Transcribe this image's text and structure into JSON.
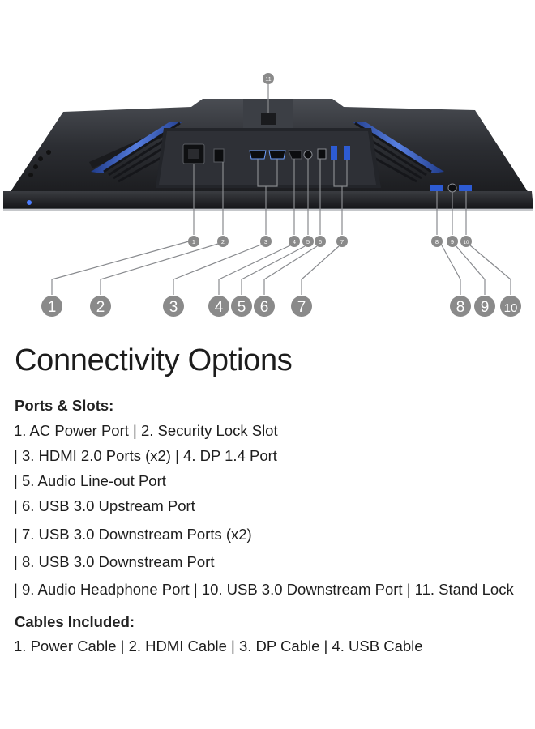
{
  "figure": {
    "top_marker": "11",
    "callouts_small": [
      "1",
      "2",
      "3",
      "4",
      "5",
      "6",
      "7",
      "8",
      "9",
      "10"
    ],
    "callouts_large": [
      "1",
      "2",
      "3",
      "4",
      "5",
      "6",
      "7",
      "8",
      "9",
      "10"
    ]
  },
  "connectivity": {
    "heading": "Connectivity Options",
    "ports_title": "Ports & Slots:",
    "ports_lines": [
      "1. AC Power Port | 2. Security Lock Slot",
      "| 3. HDMI 2.0 Ports (x2) | 4. DP 1.4 Port",
      "| 5. Audio Line-out Port",
      "| 6. USB 3.0 Upstream Port",
      "| 7. USB 3.0 Downstream Ports (x2)",
      "| 8. USB 3.0 Downstream Port",
      "| 9. Audio Headphone Port | 10. USB 3.0 Downstream Port | 11. Stand Lock"
    ],
    "cables_title": "Cables Included:",
    "cables_line": "1. Power Cable | 2. HDMI Cable | 3. DP Cable | 4. USB Cable"
  },
  "colors": {
    "accent_blue": "#3b6fe0",
    "callout_gray": "#8a8a8a",
    "monitor_dark": "#2a2c30"
  }
}
